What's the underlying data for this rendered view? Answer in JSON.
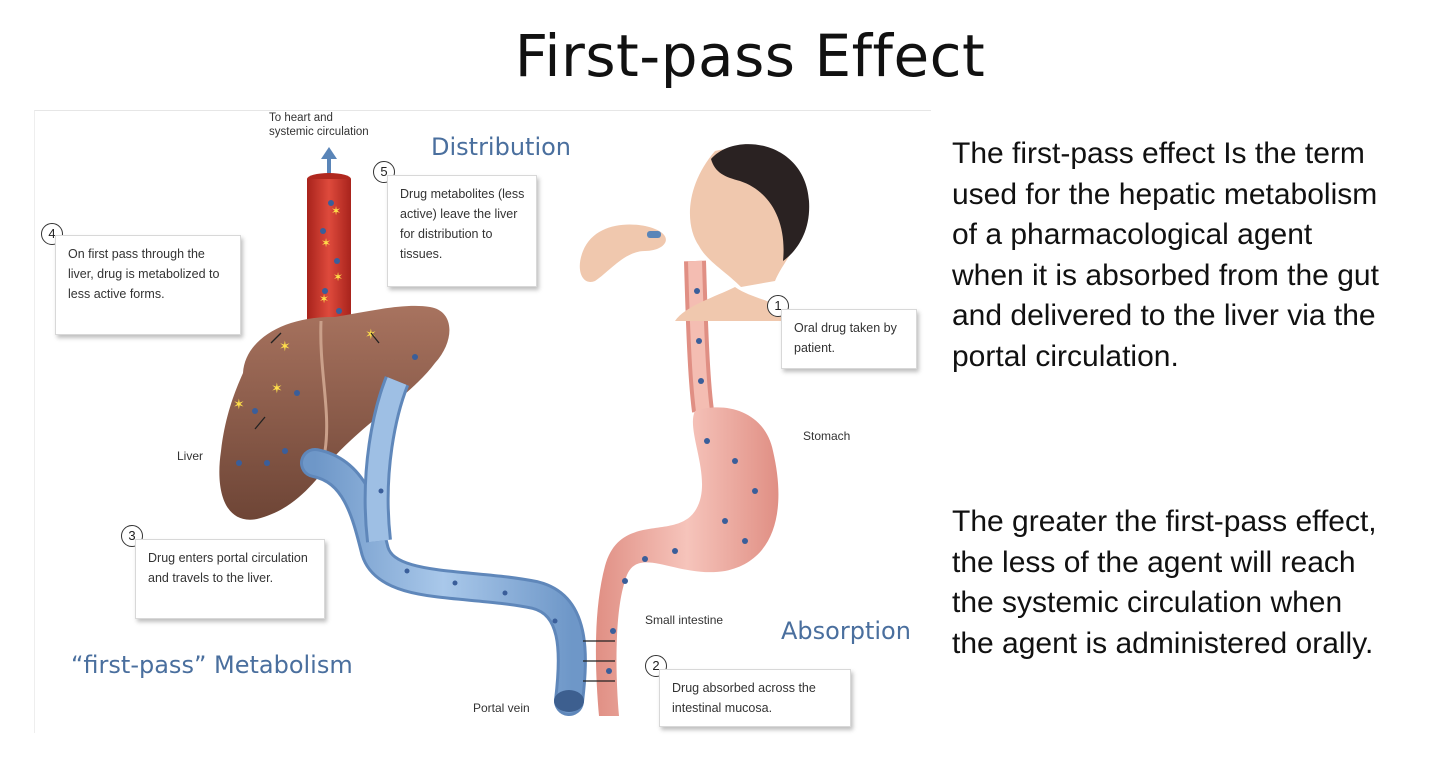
{
  "title": "First-pass Effect",
  "figure": {
    "top_label": "To heart and\nsystemic circulation",
    "section_distribution": "Distribution",
    "section_absorption": "Absorption",
    "section_metabolism": "“first-pass” Metabolism",
    "steps": [
      {
        "num": "1",
        "text": "Oral drug taken by patient."
      },
      {
        "num": "2",
        "text": "Drug absorbed across the intestinal mucosa."
      },
      {
        "num": "3",
        "text": "Drug enters portal circulation and travels to the liver."
      },
      {
        "num": "4",
        "text": "On first pass through the liver, drug is metabolized to less active forms."
      },
      {
        "num": "5",
        "text": "Drug metabolites (less active) leave the liver for distribution to tissues."
      }
    ],
    "labels": {
      "liver": "Liver",
      "stomach": "Stomach",
      "small_intestine": "Small intestine",
      "portal_vein": "Portal vein"
    }
  },
  "text": {
    "paragraph1": "The first-pass effect Is the term used for the hepatic metabolism of a pharmacological agent when it is absorbed from the gut and delivered to the liver via the portal circulation.",
    "paragraph2": "The greater the first-pass effect, the less of the agent will reach the systemic circulation when the agent is administered orally."
  },
  "colors": {
    "section_blue": "#4a6f9e",
    "liver": "#8a5a4a",
    "vein": "#8fb3dc",
    "artery": "#c8322a",
    "gut": "#eeaaa0"
  }
}
